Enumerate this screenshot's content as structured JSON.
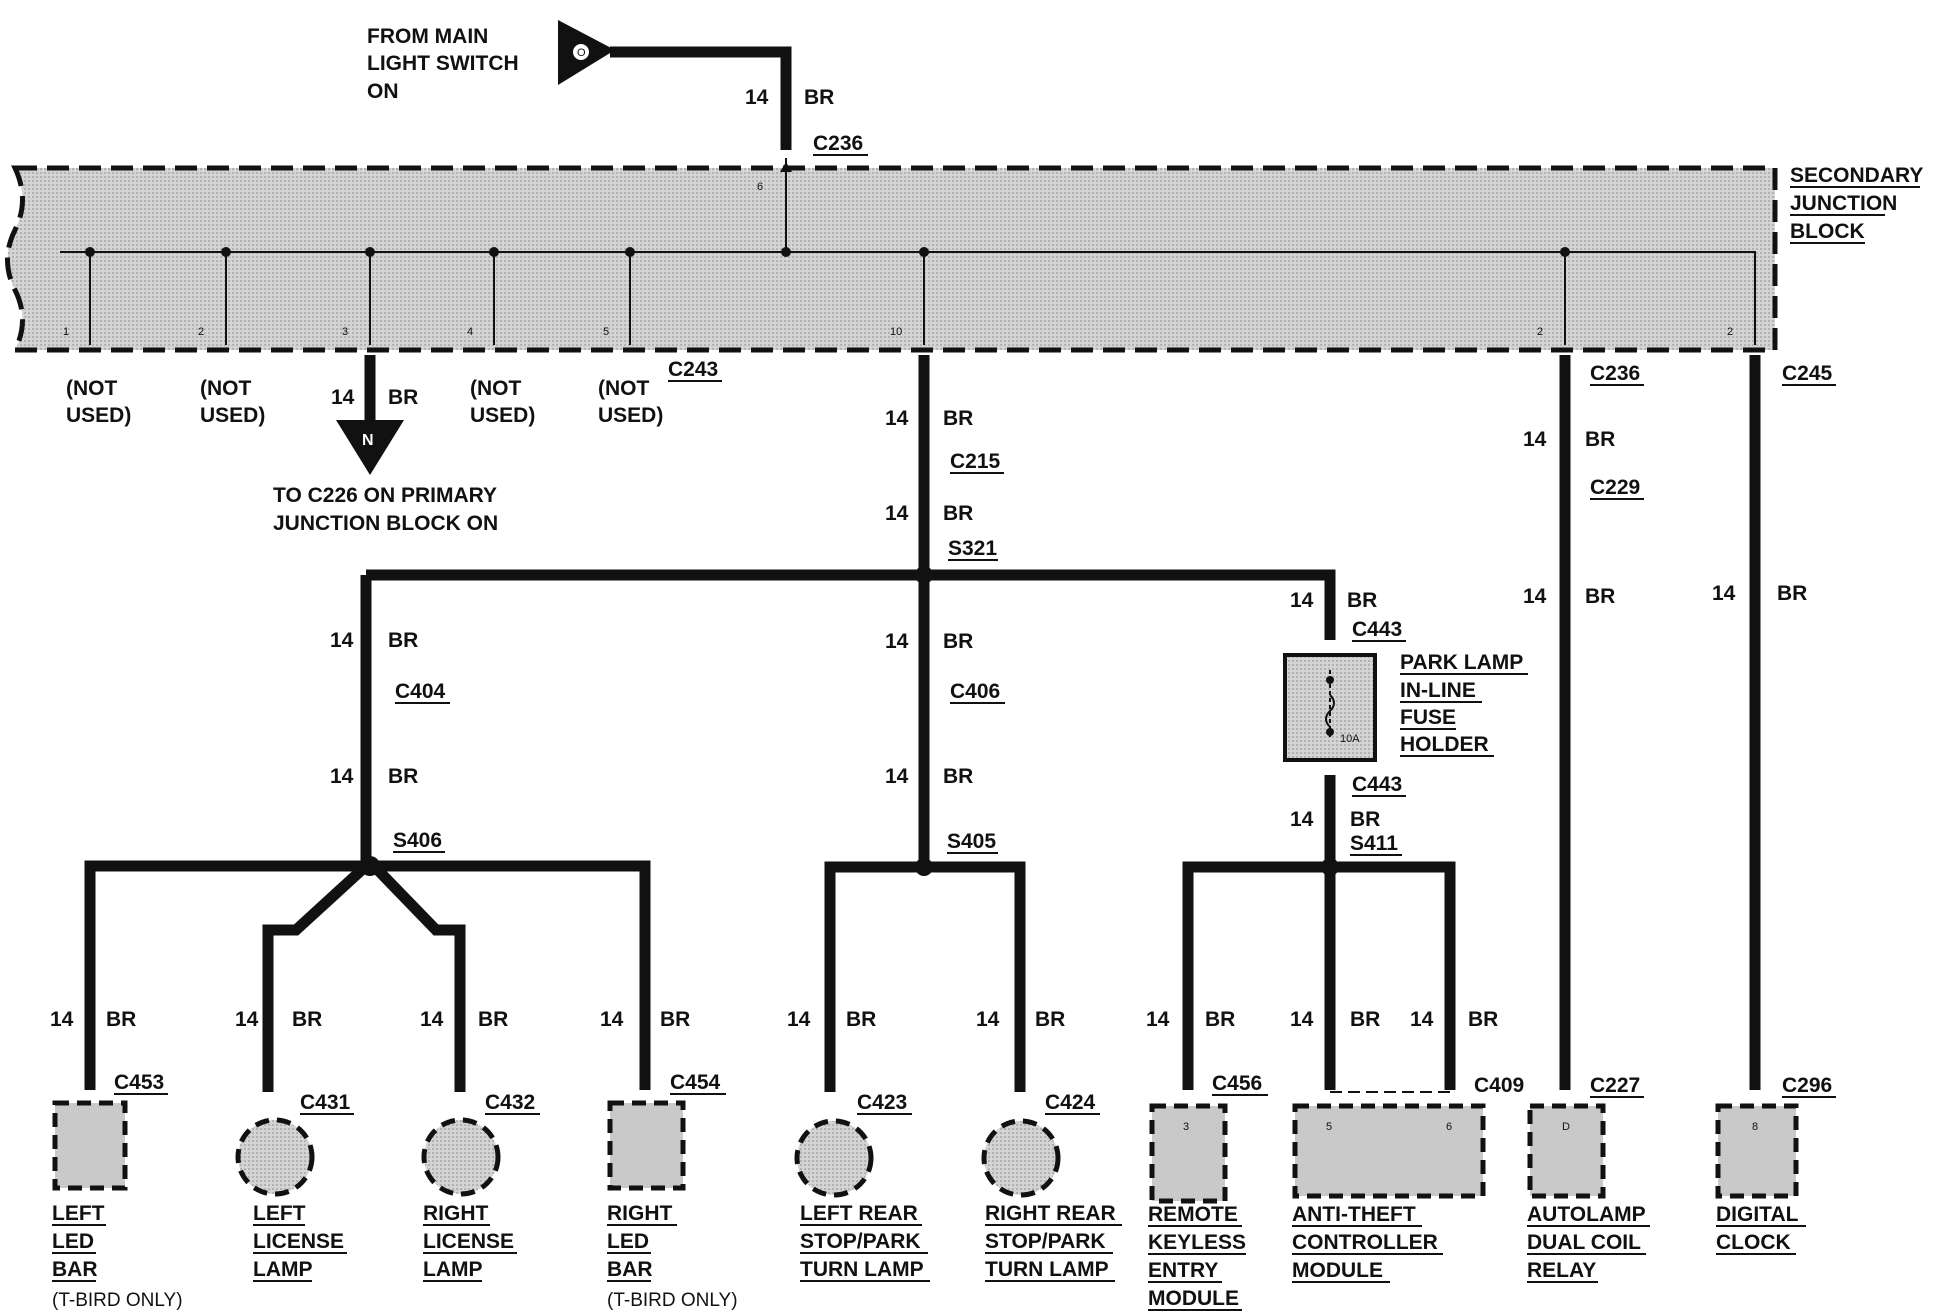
{
  "source": {
    "text": [
      "FROM MAIN",
      "LIGHT SWITCH",
      "ON"
    ],
    "marker": "O"
  },
  "junction_block": {
    "title": [
      "SECONDARY",
      "JUNCTION",
      "BLOCK"
    ],
    "pin_main": "6"
  },
  "wire": {
    "gauge": "14",
    "color": "BR"
  },
  "connectors": {
    "c236_top": "C236",
    "c243": "C243",
    "c215": "C215",
    "s321": "S321",
    "c236_right": "C236",
    "c229": "C229",
    "c245": "C245",
    "c404": "C404",
    "c406": "C406",
    "c443_top": "C443",
    "c443_bot": "C443",
    "s406": "S406",
    "s405": "S405",
    "s411": "S411",
    "c453": "C453",
    "c431": "C431",
    "c432": "C432",
    "c454": "C454",
    "c423": "C423",
    "c424": "C424",
    "c456": "C456",
    "c409": "C409",
    "c227": "C227",
    "c296": "C296"
  },
  "pins": {
    "p1": "1",
    "p2": "2",
    "p3": "3",
    "p4": "4",
    "p5": "5",
    "p10": "10",
    "p2b": "2",
    "p2c": "2",
    "c456_pin": "3",
    "c409_pin_a": "5",
    "c409_pin_b": "6",
    "c227_pin": "D",
    "c296_pin": "8",
    "fuse_rating": "10A"
  },
  "not_used": [
    "(NOT",
    "USED)"
  ],
  "primary": {
    "text": [
      "TO C226 ON PRIMARY",
      "JUNCTION BLOCK ON"
    ],
    "marker": "N"
  },
  "fuse_holder": {
    "text": [
      "PARK LAMP",
      "IN-LINE",
      "FUSE",
      "HOLDER"
    ]
  },
  "components": {
    "left_led_bar": {
      "lines": [
        "LEFT",
        "LED",
        "BAR"
      ],
      "note": "(T-BIRD ONLY)"
    },
    "left_license": {
      "lines": [
        "LEFT",
        "LICENSE",
        "LAMP"
      ]
    },
    "right_license": {
      "lines": [
        "RIGHT",
        "LICENSE",
        "LAMP"
      ]
    },
    "right_led_bar": {
      "lines": [
        "RIGHT",
        "LED",
        "BAR"
      ],
      "note": "(T-BIRD ONLY)"
    },
    "left_rear": {
      "lines": [
        "LEFT REAR",
        "STOP/PARK",
        "TURN LAMP"
      ]
    },
    "right_rear": {
      "lines": [
        "RIGHT REAR",
        "STOP/PARK",
        "TURN LAMP"
      ]
    },
    "rke": {
      "lines": [
        "REMOTE",
        "KEYLESS",
        "ENTRY",
        "MODULE"
      ]
    },
    "anti_theft": {
      "lines": [
        "ANTI-THEFT",
        "CONTROLLER",
        "MODULE"
      ]
    },
    "autolamp": {
      "lines": [
        "AUTOLAMP",
        "DUAL COIL",
        "RELAY"
      ]
    },
    "clock": {
      "lines": [
        "DIGITAL",
        "CLOCK"
      ]
    }
  }
}
